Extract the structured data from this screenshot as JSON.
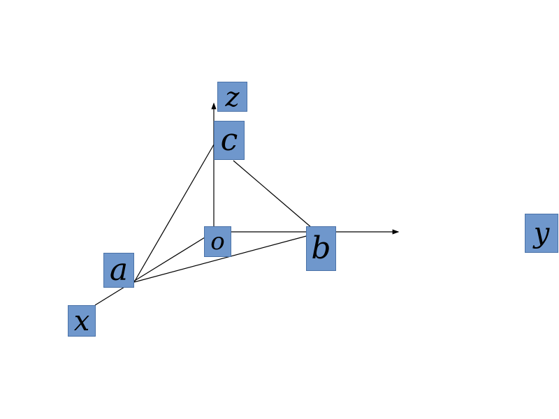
{
  "diagram": {
    "labels": {
      "x": "x",
      "y": "y",
      "z": "z",
      "o": "o",
      "a": "a",
      "b": "b",
      "c": "c"
    },
    "edges": [
      [
        "o",
        "a"
      ],
      [
        "o",
        "b"
      ],
      [
        "o",
        "c"
      ],
      [
        "a",
        "b"
      ],
      [
        "a",
        "c"
      ],
      [
        "b",
        "c"
      ]
    ],
    "axes": [
      "x",
      "y",
      "z"
    ],
    "colors": {
      "label_fill": "#6f97cc",
      "label_border": "#4a72a8",
      "line": "#000000",
      "background": "#ffffff"
    }
  }
}
